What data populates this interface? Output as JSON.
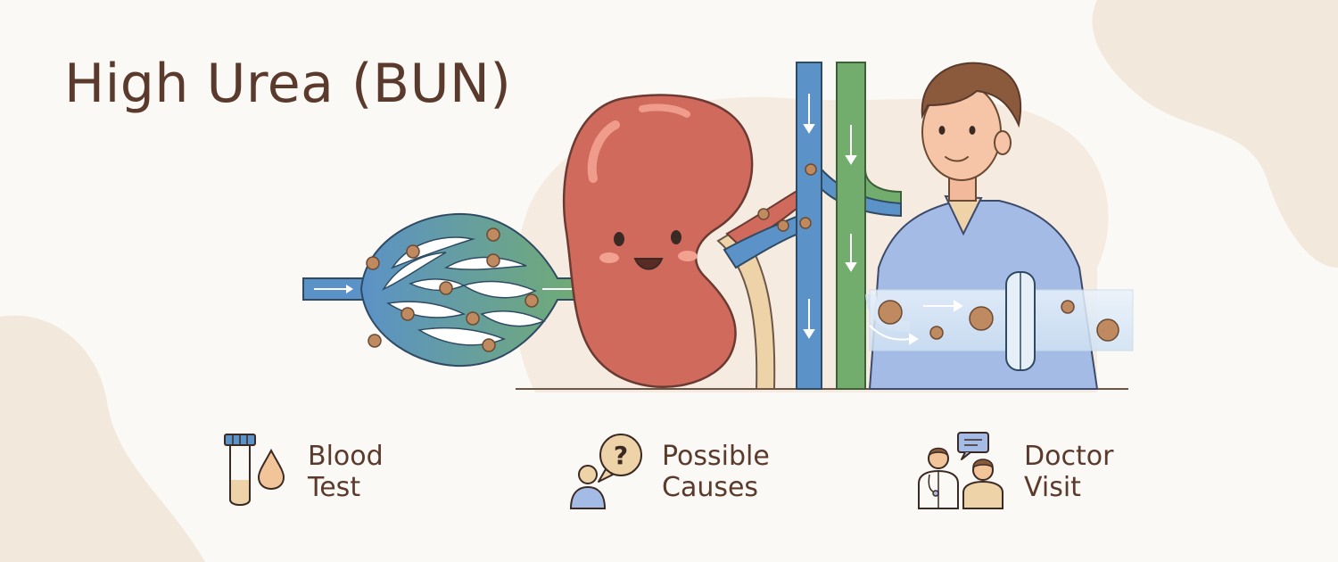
{
  "title": "High Urea (BUN)",
  "colors": {
    "background": "#fbf9f5",
    "blob": "#f3e8dc",
    "text": "#5a3a2c",
    "kidney": "#d06a5c",
    "blood_vessel_blue": "#5b92c7",
    "blood_vessel_green": "#72ad6e",
    "urea_particle": "#c08a61",
    "shirt": "#a4bbe6"
  },
  "info_items": [
    {
      "icon": "blood-test-tube-icon",
      "line1": "Blood",
      "line2": "Test"
    },
    {
      "icon": "possible-causes-question-icon",
      "line1": "Possible",
      "line2": "Causes"
    },
    {
      "icon": "doctor-visit-icon",
      "line1": "Doctor",
      "line2": "Visit"
    }
  ]
}
